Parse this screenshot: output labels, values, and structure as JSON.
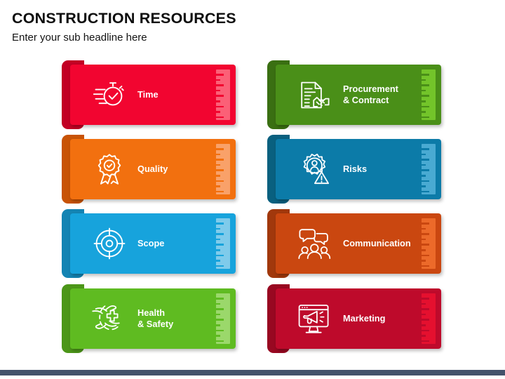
{
  "header": {
    "title": "CONSTRUCTION RESOURCES",
    "subtitle": "Enter your sub headline here"
  },
  "footer": {
    "bar_color": "#44526b"
  },
  "ruler": {
    "tick_count": 9,
    "icon_name": "ruler-icon"
  },
  "banners": [
    {
      "id": "time",
      "label": "Time",
      "icon": "stopwatch-icon",
      "color": "#F20530",
      "tail_color": "#C20024",
      "ruler_fill": "#FB6077",
      "ruler_border": "#F20530",
      "tick_color": "#F20530",
      "column": "left",
      "row": 1
    },
    {
      "id": "quality",
      "label": "Quality",
      "icon": "award-ribbon-icon",
      "color": "#F2700F",
      "tail_color": "#C85306",
      "ruler_fill": "#F9A169",
      "ruler_border": "#F2700F",
      "tick_color": "#F2700F",
      "column": "left",
      "row": 2
    },
    {
      "id": "scope",
      "label": "Scope",
      "icon": "target-crosshair-icon",
      "color": "#17A3DC",
      "tail_color": "#1484B3",
      "ruler_fill": "#7FCBEB",
      "ruler_border": "#17A3DC",
      "tick_color": "#17A3DC",
      "column": "left",
      "row": 3
    },
    {
      "id": "health-and-safety",
      "label": "Health\n& Safety",
      "icon": "hands-medical-cross-icon",
      "color": "#5FBB21",
      "tail_color": "#4C9619",
      "ruler_fill": "#9BD86B",
      "ruler_border": "#5FBB21",
      "tick_color": "#5FBB21",
      "column": "left",
      "row": 4
    },
    {
      "id": "procurement-and-contract",
      "label": "Procurement\n& Contract",
      "icon": "document-handshake-icon",
      "color": "#4A8F18",
      "tail_color": "#3A6F12",
      "ruler_fill": "#73C42A",
      "ruler_border": "#4A8F18",
      "tick_color": "#4A8F18",
      "column": "right",
      "row": 1
    },
    {
      "id": "risks",
      "label": "Risks",
      "icon": "gear-person-warning-icon",
      "color": "#0C7BA8",
      "tail_color": "#09607F",
      "ruler_fill": "#49AAD2",
      "ruler_border": "#0C7BA8",
      "tick_color": "#0C7BA8",
      "column": "right",
      "row": 2
    },
    {
      "id": "communication",
      "label": "Communication",
      "icon": "people-speech-bubbles-icon",
      "color": "#CA4710",
      "tail_color": "#A1380C",
      "ruler_fill": "#EC6A2A",
      "ruler_border": "#CA4710",
      "tick_color": "#CA4710",
      "column": "right",
      "row": 3
    },
    {
      "id": "marketing",
      "label": "Marketing",
      "icon": "monitor-megaphone-icon",
      "color": "#BE0A2B",
      "tail_color": "#980821",
      "ruler_fill": "#E5102F",
      "ruler_border": "#BE0A2B",
      "tick_color": "#BE0A2B",
      "column": "right",
      "row": 4
    }
  ]
}
